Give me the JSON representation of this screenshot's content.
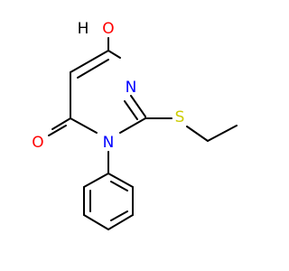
{
  "molecule": {
    "atoms": {
      "hydroxyl_h": {
        "text": "H",
        "color": "#000000"
      },
      "hydroxyl_o": {
        "text": "O",
        "color": "#ff0000"
      },
      "ring_n3": {
        "text": "N",
        "color": "#0000ff"
      },
      "ring_n1": {
        "text": "N",
        "color": "#0000ff"
      },
      "thioether_s": {
        "text": "S",
        "color": "#cccc00"
      },
      "carbonyl_o": {
        "text": "O",
        "color": "#ff0000"
      }
    },
    "bond_color": "#000000"
  }
}
